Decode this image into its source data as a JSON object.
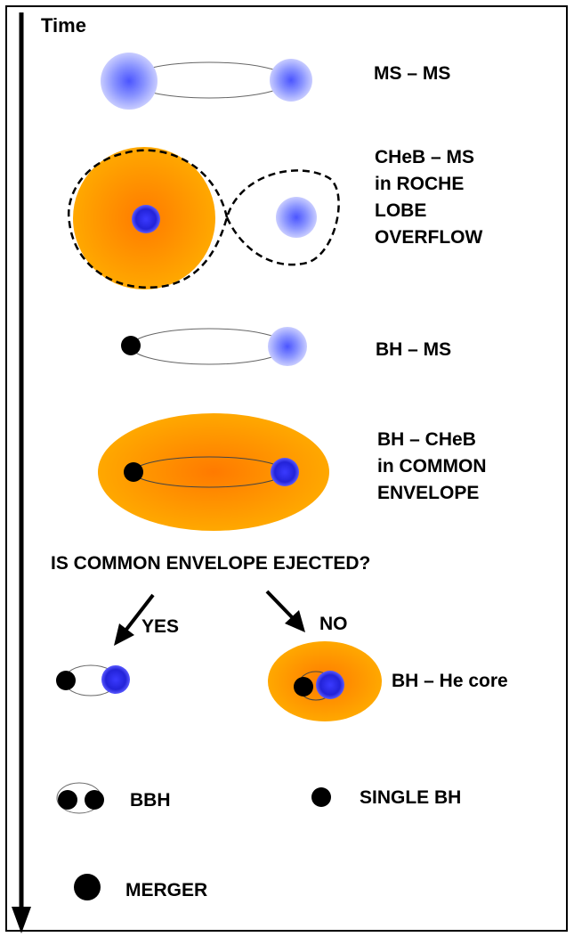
{
  "axis": {
    "label": "Time"
  },
  "stages": [
    {
      "label": "MS – MS"
    },
    {
      "label": "CHeB –  MS\nin ROCHE\nLOBE\nOVERFLOW"
    },
    {
      "label": "BH – MS"
    },
    {
      "label": "BH – CHeB\nin COMMON\nENVELOPE"
    }
  ],
  "question": "IS COMMON ENVELOPE EJECTED?",
  "branches": {
    "yes": "YES",
    "no": "NO"
  },
  "outcomes": {
    "he_core": "BH – He core",
    "bbh": "BBH",
    "single": "SINGLE BH",
    "merger": "MERGER"
  },
  "colors": {
    "ms_star": "#7a86ff",
    "cheb_envelope": "#ff9a00",
    "he_core": "#2222dd",
    "bh": "#000000"
  }
}
